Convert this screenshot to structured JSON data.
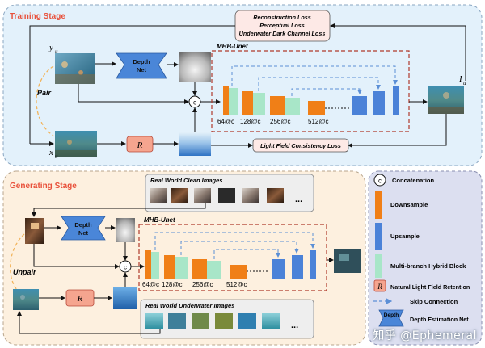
{
  "training": {
    "stage_title": "Training Stage",
    "loss_lines": [
      "Reconstruction Loss",
      "Perceptual Loss",
      "Underwater Dark Channel Loss"
    ],
    "yu_sym": "y",
    "yu_sub": "u",
    "xu_sym": "x",
    "xu_sub": "u",
    "iu_sym": "I",
    "iu_sub": "u",
    "pair_label": "Pair",
    "depth_net": [
      "Depth",
      "Net"
    ],
    "r_label": "R",
    "concat_label": "c",
    "mhb_label": "MHB-Unet",
    "channel_labels": [
      "64@c",
      "128@c",
      "256@c",
      "512@c"
    ],
    "lf_loss_label": "Light Field Consistency Loss"
  },
  "generating": {
    "stage_title": "Generating Stage",
    "clean_title": "Real World Clean Images",
    "underwater_title": "Real World Underwater Images",
    "ellipsis": "...",
    "unpair_label": "Unpair",
    "depth_net": [
      "Depth",
      "Net"
    ],
    "r_label": "R",
    "concat_label": "c",
    "mhb_label": "MHB-Unet",
    "channel_labels": [
      "64@c",
      "128@c",
      "256@c",
      "512@c"
    ]
  },
  "legend": {
    "concat_symbol": "c",
    "concat": "Concatenation",
    "downsample": "Downsample",
    "upsample": "Upsample",
    "mhb": "Multi-branch Hybrid Block",
    "r_symbol": "R",
    "nlfr": "Natural Light Field Retention",
    "skip": "Skip Connection",
    "depth_icon_text": "Depth",
    "depth_net": "Depth Estimation Net",
    "colors": {
      "downsample": "#f07f17",
      "upsample": "#4b82d8",
      "mhb": "#a8e6c8",
      "r_fill": "#f5a58f",
      "depth_net": "#4a86d8",
      "skip": "#5b8fd6"
    }
  },
  "watermark": "知乎 @Ephemeral"
}
